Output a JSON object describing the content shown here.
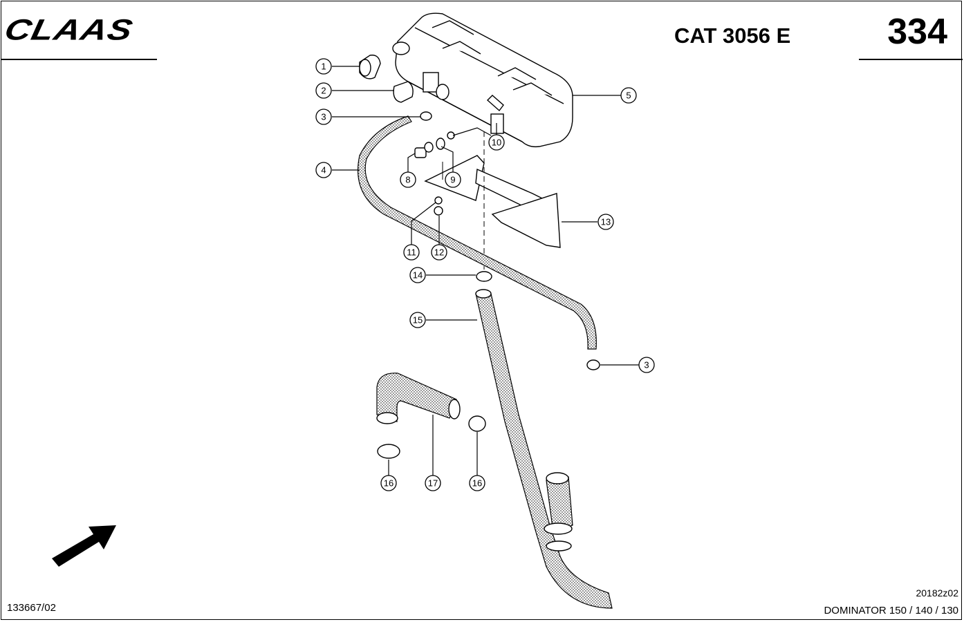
{
  "header": {
    "brand": "CLAAS",
    "model": "CAT 3056 E",
    "page_number": "334"
  },
  "footer": {
    "doc_id": "133667/02",
    "image_id": "20182z02",
    "machine": "DOMINATOR 150 / 140 / 130"
  },
  "diagram": {
    "callouts": [
      "1",
      "2",
      "3",
      "4",
      "5",
      "8",
      "9",
      "10",
      "11",
      "12",
      "13",
      "14",
      "15",
      "3",
      "16",
      "17",
      "16"
    ]
  }
}
